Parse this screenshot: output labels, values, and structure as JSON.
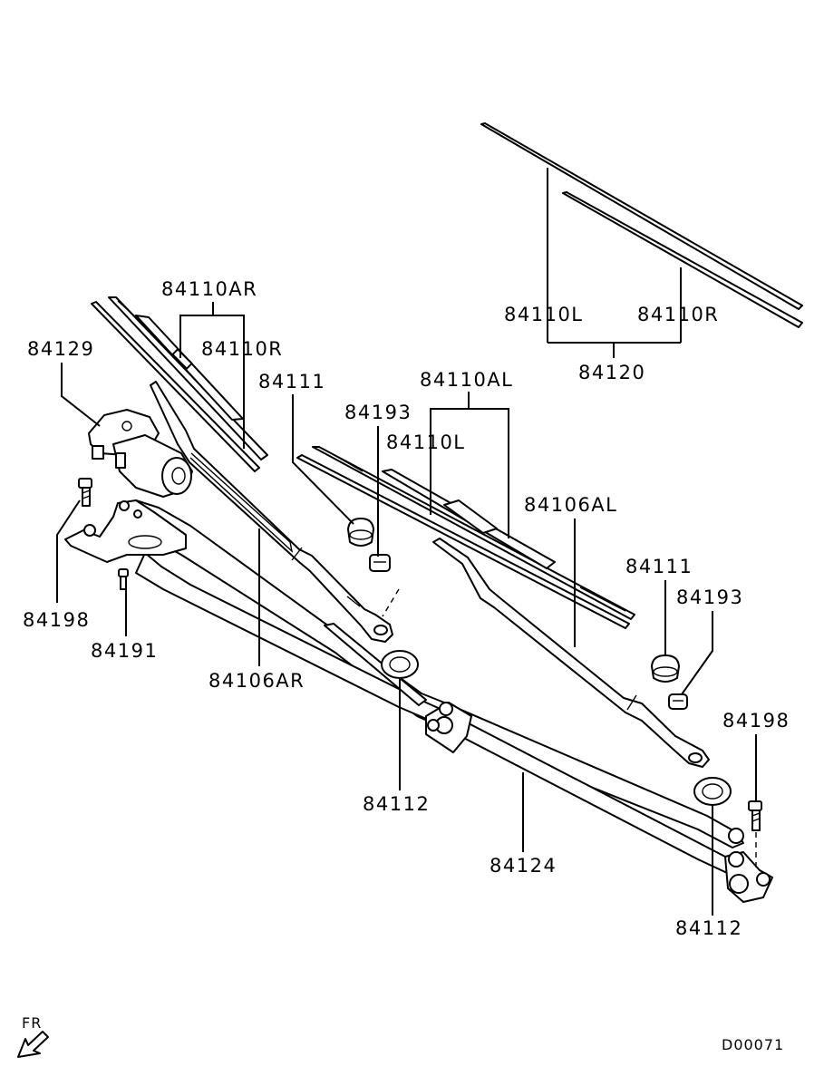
{
  "labels": {
    "l1": "84110AR",
    "l2": "84110R",
    "l3": "84129",
    "l4": "84111",
    "l5": "84193",
    "l6": "84110AL",
    "l7": "84110L",
    "l8": "84106AL",
    "l9": "84111",
    "l10": "84193",
    "l11": "84198",
    "l12": "84198",
    "l13": "84191",
    "l14": "84106AR",
    "l15": "84112",
    "l16": "84124",
    "l17": "84112",
    "l18": "84110L",
    "l19": "84110R",
    "l20": "84120"
  },
  "orientation": "FR",
  "diagram_code": "D00071",
  "icons": [
    "wiper-blade-icon",
    "wiper-arm-icon",
    "wiper-motor-icon",
    "linkage-icon",
    "bolt-icon",
    "cap-icon",
    "nut-icon",
    "seal-ring-icon",
    "front-arrow-icon"
  ]
}
